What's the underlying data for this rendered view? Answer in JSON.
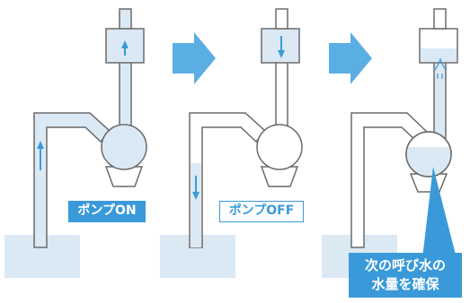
{
  "labels": {
    "pump_on": "ポンプON",
    "pump_off": "ポンプOFF"
  },
  "callout": {
    "line1": "次の呼び水の",
    "line2": "水量を確保"
  },
  "colors": {
    "water": "#dbe9f5",
    "pipe_outline": "#6b6b6b",
    "accent": "#3a9ad9",
    "step_arrow": "#5aaee3"
  }
}
